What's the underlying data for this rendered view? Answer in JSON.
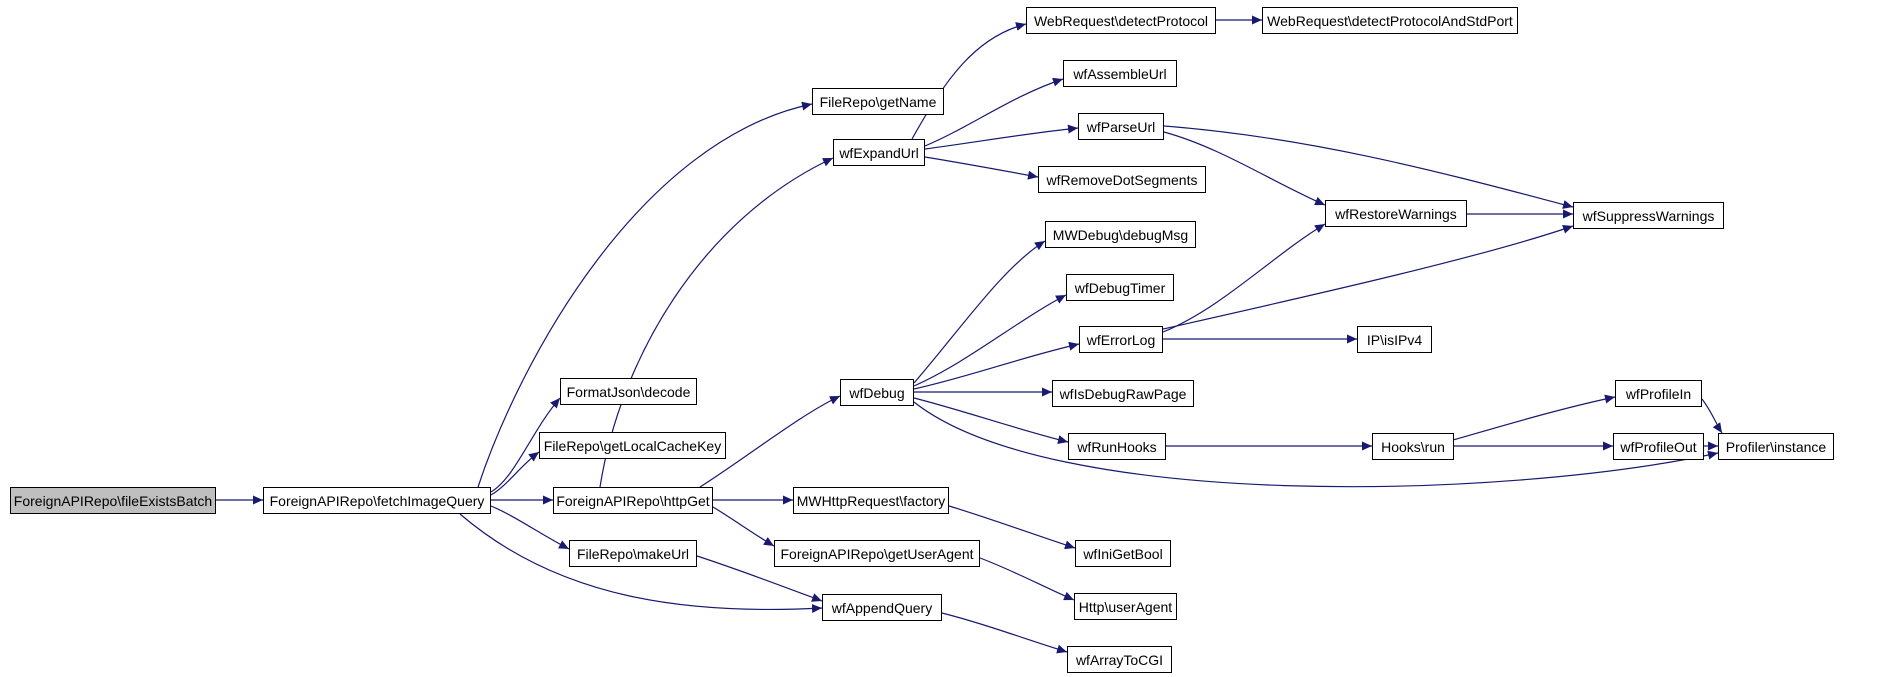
{
  "diagram": {
    "type": "call-graph",
    "colors": {
      "edge": "#191970",
      "node_border": "#000000",
      "node_fill": "#ffffff",
      "root_fill": "#bfbfbf",
      "background": "#ffffff"
    },
    "nodes": [
      {
        "id": "fileExistsBatch",
        "label": "ForeignAPIRepo\\fileExistsBatch",
        "root": true
      },
      {
        "id": "fetchImageQuery",
        "label": "ForeignAPIRepo\\fetchImageQuery"
      },
      {
        "id": "FormatJsonDecode",
        "label": "FormatJson\\decode"
      },
      {
        "id": "getLocalCacheKey",
        "label": "FileRepo\\getLocalCacheKey"
      },
      {
        "id": "httpGet",
        "label": "ForeignAPIRepo\\httpGet"
      },
      {
        "id": "makeUrl",
        "label": "FileRepo\\makeUrl"
      },
      {
        "id": "wfAppendQuery",
        "label": "wfAppendQuery"
      },
      {
        "id": "getName",
        "label": "FileRepo\\getName"
      },
      {
        "id": "wfExpandUrl",
        "label": "wfExpandUrl"
      },
      {
        "id": "detectProtocol",
        "label": "WebRequest\\detectProtocol"
      },
      {
        "id": "detectProtocolAndStdPort",
        "label": "WebRequest\\detectProtocolAndStdPort"
      },
      {
        "id": "wfAssembleUrl",
        "label": "wfAssembleUrl"
      },
      {
        "id": "wfParseUrl",
        "label": "wfParseUrl"
      },
      {
        "id": "wfRemoveDotSegments",
        "label": "wfRemoveDotSegments"
      },
      {
        "id": "MWDebugDebugMsg",
        "label": "MWDebug\\debugMsg"
      },
      {
        "id": "wfDebugTimer",
        "label": "wfDebugTimer"
      },
      {
        "id": "wfErrorLog",
        "label": "wfErrorLog"
      },
      {
        "id": "wfDebug",
        "label": "wfDebug"
      },
      {
        "id": "wfIsDebugRawPage",
        "label": "wfIsDebugRawPage"
      },
      {
        "id": "wfRunHooks",
        "label": "wfRunHooks"
      },
      {
        "id": "wfRestoreWarnings",
        "label": "wfRestoreWarnings"
      },
      {
        "id": "wfSuppressWarnings",
        "label": "wfSuppressWarnings"
      },
      {
        "id": "IPisIPv4",
        "label": "IP\\isIPv4"
      },
      {
        "id": "HooksRun",
        "label": "Hooks\\run"
      },
      {
        "id": "wfProfileIn",
        "label": "wfProfileIn"
      },
      {
        "id": "wfProfileOut",
        "label": "wfProfileOut"
      },
      {
        "id": "ProfilerInstance",
        "label": "Profiler\\instance"
      },
      {
        "id": "MWHttpRequestFactory",
        "label": "MWHttpRequest\\factory"
      },
      {
        "id": "getUserAgent",
        "label": "ForeignAPIRepo\\getUserAgent"
      },
      {
        "id": "wfIniGetBool",
        "label": "wfIniGetBool"
      },
      {
        "id": "HttpUserAgent",
        "label": "Http\\userAgent"
      },
      {
        "id": "wfArrayToCGI",
        "label": "wfArrayToCGI"
      }
    ],
    "edges": [
      {
        "from": "fileExistsBatch",
        "to": "fetchImageQuery"
      },
      {
        "from": "fetchImageQuery",
        "to": "FormatJsonDecode"
      },
      {
        "from": "fetchImageQuery",
        "to": "getLocalCacheKey"
      },
      {
        "from": "fetchImageQuery",
        "to": "httpGet"
      },
      {
        "from": "fetchImageQuery",
        "to": "makeUrl"
      },
      {
        "from": "fetchImageQuery",
        "to": "wfAppendQuery"
      },
      {
        "from": "fetchImageQuery",
        "to": "getName"
      },
      {
        "from": "httpGet",
        "to": "wfExpandUrl"
      },
      {
        "from": "httpGet",
        "to": "wfDebug"
      },
      {
        "from": "httpGet",
        "to": "MWHttpRequestFactory"
      },
      {
        "from": "httpGet",
        "to": "getUserAgent"
      },
      {
        "from": "MWHttpRequestFactory",
        "to": "wfIniGetBool"
      },
      {
        "from": "getUserAgent",
        "to": "HttpUserAgent"
      },
      {
        "from": "wfExpandUrl",
        "to": "detectProtocol"
      },
      {
        "from": "detectProtocol",
        "to": "detectProtocolAndStdPort"
      },
      {
        "from": "wfExpandUrl",
        "to": "wfAssembleUrl"
      },
      {
        "from": "wfExpandUrl",
        "to": "wfParseUrl"
      },
      {
        "from": "wfExpandUrl",
        "to": "wfRemoveDotSegments"
      },
      {
        "from": "wfParseUrl",
        "to": "wfRestoreWarnings"
      },
      {
        "from": "wfParseUrl",
        "to": "wfSuppressWarnings"
      },
      {
        "from": "wfRestoreWarnings",
        "to": "wfSuppressWarnings"
      },
      {
        "from": "wfDebug",
        "to": "MWDebugDebugMsg"
      },
      {
        "from": "wfDebug",
        "to": "wfDebugTimer"
      },
      {
        "from": "wfDebug",
        "to": "wfErrorLog"
      },
      {
        "from": "wfDebug",
        "to": "wfIsDebugRawPage"
      },
      {
        "from": "wfDebug",
        "to": "wfRunHooks"
      },
      {
        "from": "wfDebug",
        "to": "ProfilerInstance"
      },
      {
        "from": "wfErrorLog",
        "to": "IPisIPv4"
      },
      {
        "from": "wfErrorLog",
        "to": "wfRestoreWarnings"
      },
      {
        "from": "wfErrorLog",
        "to": "wfSuppressWarnings"
      },
      {
        "from": "wfRunHooks",
        "to": "HooksRun"
      },
      {
        "from": "HooksRun",
        "to": "wfProfileIn"
      },
      {
        "from": "HooksRun",
        "to": "wfProfileOut"
      },
      {
        "from": "wfProfileIn",
        "to": "ProfilerInstance"
      },
      {
        "from": "wfProfileOut",
        "to": "ProfilerInstance"
      },
      {
        "from": "makeUrl",
        "to": "wfAppendQuery"
      },
      {
        "from": "wfAppendQuery",
        "to": "wfArrayToCGI"
      }
    ]
  }
}
